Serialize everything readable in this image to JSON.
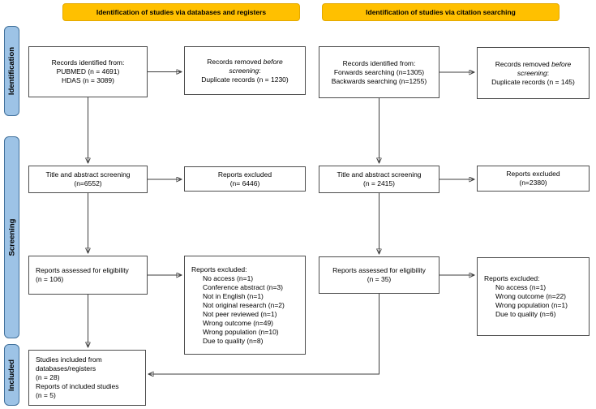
{
  "headers": {
    "databases": "Identification of studies via databases and registers",
    "citation": "Identification of studies via citation searching"
  },
  "stages": {
    "identification": "Identification",
    "screening": "Screening",
    "included": "Included"
  },
  "colors": {
    "header_bg": "#FFC000",
    "stage_bg": "#9DC3E6",
    "stage_border": "#41719C",
    "box_border": "#4D4D4D",
    "arrow": "#3D3D3D"
  },
  "databases_registers": {
    "identified": [
      "Records identified from:",
      "PUBMED (n = 4691)",
      "HDAS (n = 3089)"
    ],
    "removed": {
      "l1": "Records removed ",
      "l1_italic": "before",
      "l2_italic": "screening",
      "l2": ":",
      "l3": "Duplicate records (n = 1230)"
    },
    "title_abstract": [
      "Title and abstract screening",
      "(n=6552)"
    ],
    "title_abstract_excluded": [
      "Reports excluded",
      "(n= 6446)"
    ],
    "eligibility": [
      "Reports assessed for eligibility",
      "(n = 106)"
    ],
    "eligibility_excluded": {
      "title": "Reports excluded:",
      "items": [
        "No access (n=1)",
        "Conference abstract (n=3)",
        "Not in English (n=1)",
        "Not original research (n=2)",
        "Not peer reviewed (n=1)",
        "Wrong outcome (n=49)",
        "Wrong population (n=10)",
        "Due to quality (n=8)"
      ]
    },
    "included": [
      "Studies included from",
      "databases/registers",
      "(n = 28)",
      "Reports of included studies",
      "(n = 5)"
    ]
  },
  "citation_searching": {
    "identified": [
      "Records identified from:",
      "Forwards searching (n=1305)",
      "Backwards searching (n=1255)"
    ],
    "removed": {
      "l1": "Records removed ",
      "l1_italic": "before",
      "l2_italic": "screening",
      "l2": ":",
      "l3": "Duplicate records (n = 145)"
    },
    "title_abstract": [
      "Title and abstract screening",
      "(n = 2415)"
    ],
    "title_abstract_excluded": [
      "Reports excluded",
      "(n=2380)"
    ],
    "eligibility": [
      "Reports assessed for eligibility",
      "(n = 35)"
    ],
    "eligibility_excluded": {
      "title": "Reports excluded:",
      "items": [
        "No access (n=1)",
        "Wrong outcome (n=22)",
        "Wrong population (n=1)",
        "Due to quality (n=6)"
      ]
    }
  }
}
